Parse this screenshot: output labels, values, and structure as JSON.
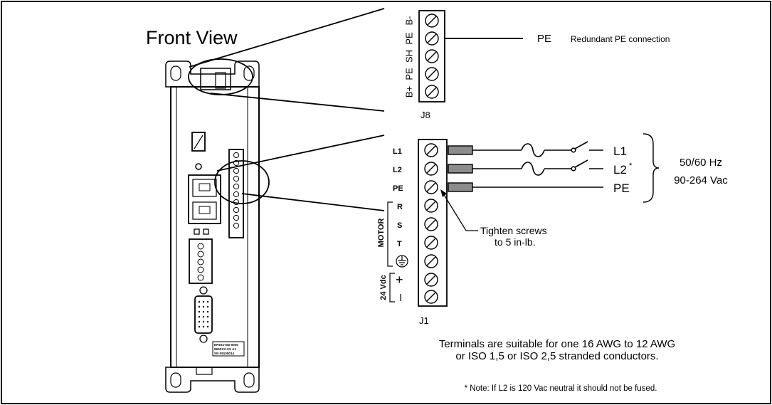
{
  "front_view": "Front View",
  "j8": {
    "label": "J8",
    "pins": [
      "B-",
      "PE",
      "SH",
      "PE",
      "B+"
    ],
    "pe_out": "PE",
    "pe_note": "Redundant PE connection"
  },
  "j1": {
    "label": "J1",
    "pins": [
      "L1",
      "L2",
      "PE",
      "R",
      "S",
      "T"
    ],
    "group_motor": "MOTOR",
    "group_24vdc": "24 Vdc",
    "plus": "+",
    "minus": "–",
    "lines": {
      "l1": "L1",
      "l2": "L2",
      "l2_mark": "*",
      "pe": "PE"
    },
    "supply_freq": "50/60 Hz",
    "supply_volt": "90-264 Vac",
    "torque_line1": "Tighten screws",
    "torque_line2": "to 5 in-lb."
  },
  "terminals_note_1": "Terminals are suitable for one 16 AWG to 12 AWG",
  "terminals_note_2": "or ISO 1,5 or ISO 2,5 stranded conductors.",
  "footnote": "* Note: If L2 is 120 Vac neutral it should not be fused.",
  "device_label": {
    "line1": "EP204-IS0-0000",
    "line2": "9650XX-XX  A1",
    "line3": "SN  09105014"
  }
}
